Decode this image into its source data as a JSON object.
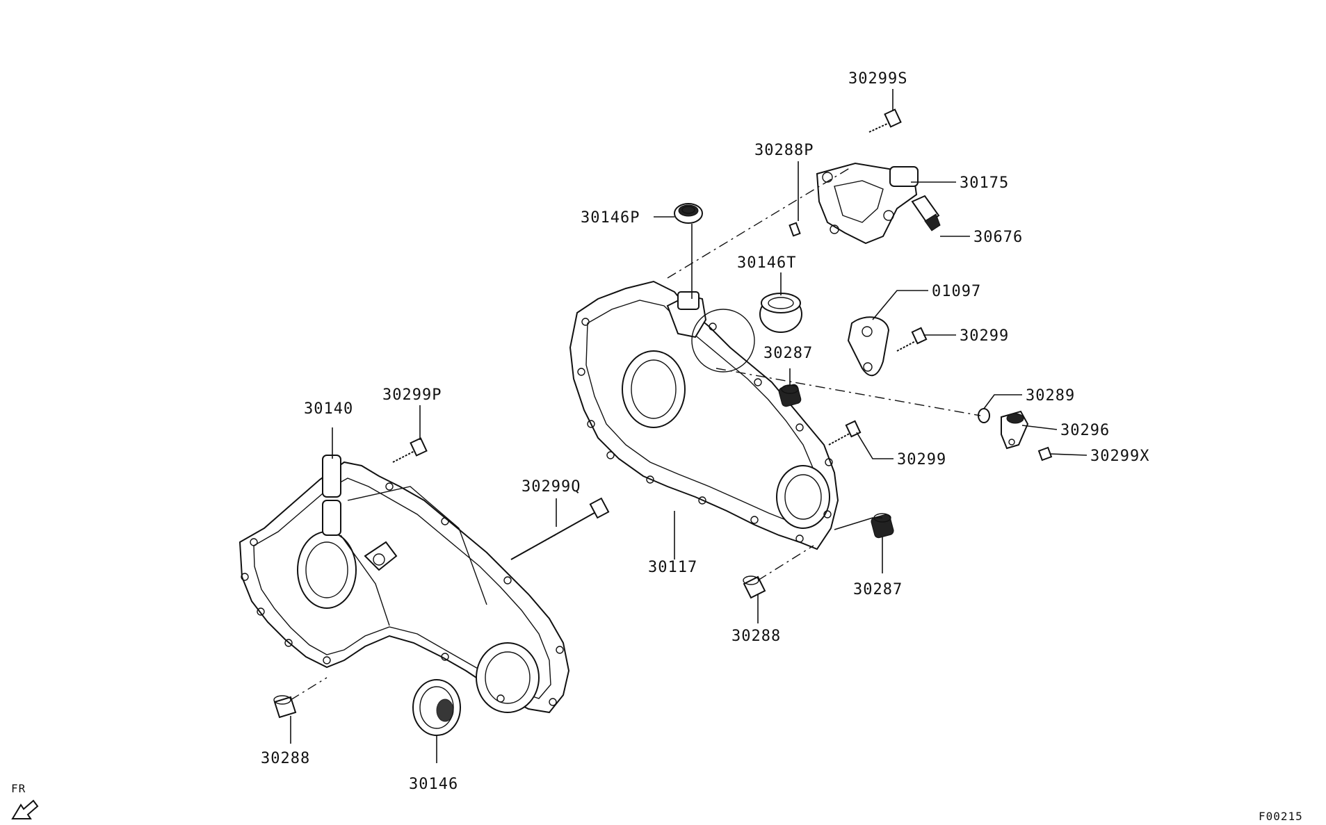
{
  "labels": {
    "p30299S": "30299S",
    "p30288P": "30288P",
    "p30175": "30175",
    "p30146P": "30146P",
    "p30676": "30676",
    "p30146T": "30146T",
    "p01097": "01097",
    "p30299a": "30299",
    "p30287a": "30287",
    "p30289": "30289",
    "p30296": "30296",
    "p30299X": "30299X",
    "p30299b": "30299",
    "p30140": "30140",
    "p30299P": "30299P",
    "p30299Q": "30299Q",
    "p30117": "30117",
    "p30287b": "30287",
    "p30288a": "30288",
    "p30288b": "30288",
    "p30146": "30146"
  },
  "orientation_marker": "FR",
  "figure_code": "F00215"
}
